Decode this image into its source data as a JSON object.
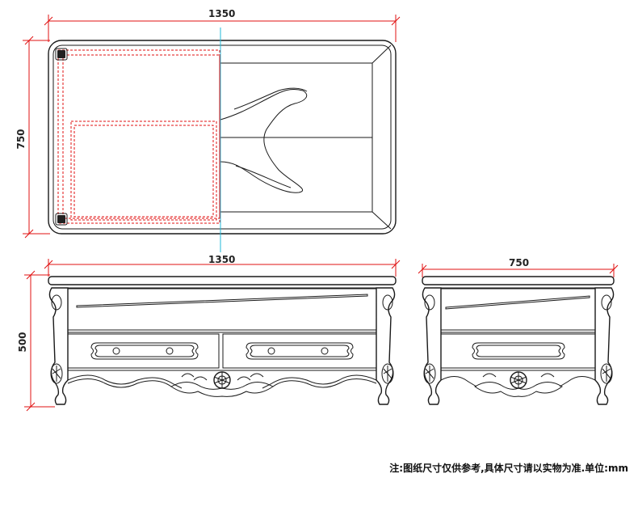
{
  "dimensions": {
    "top_width": "1350",
    "top_depth": "750",
    "front_width": "1350",
    "front_height": "500",
    "side_width": "750"
  },
  "note": "注:图纸尺寸仅供参考,具体尺寸请以实物为准.单位:mm",
  "colors": {
    "dimension_lines": "#e01010",
    "outline": "#1a1a1a",
    "center_line": "#22b8d8",
    "background": "#ffffff"
  }
}
